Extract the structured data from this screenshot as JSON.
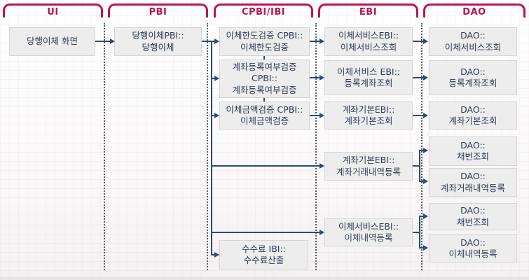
{
  "diagram": {
    "title_visible": false,
    "columns": [
      {
        "id": "ui",
        "label": "UI"
      },
      {
        "id": "pbi",
        "label": "PBI"
      },
      {
        "id": "cpbi_ibi",
        "label": "CPBI/IBI"
      },
      {
        "id": "ebi",
        "label": "EBI"
      },
      {
        "id": "dao",
        "label": "DAO"
      }
    ],
    "nodes": {
      "ui_screen": {
        "column": "ui",
        "lines": [
          "당행이체 화면"
        ]
      },
      "pbi_transfer": {
        "column": "pbi",
        "lines": [
          "당행이체PBI::",
          "당행이체"
        ]
      },
      "cpbi_limit": {
        "column": "cpbi_ibi",
        "lines": [
          "이체한도검증 CPBI::",
          "이체한도검증"
        ]
      },
      "cpbi_reg_check": {
        "column": "cpbi_ibi",
        "lines": [
          "계좌등록여부검증",
          "CPBI::",
          "계좌등록여부검증"
        ]
      },
      "cpbi_amount": {
        "column": "cpbi_ibi",
        "lines": [
          "이체금액검증 CPBI::",
          "이체금액검증"
        ]
      },
      "ibi_fee": {
        "column": "cpbi_ibi",
        "lines": [
          "수수료 IBI::",
          "수수료산출"
        ]
      },
      "ebi_svc_inq": {
        "column": "ebi",
        "lines": [
          "이체서비스EBI::",
          "이체서비스조회"
        ]
      },
      "ebi_reg_acct": {
        "column": "ebi",
        "lines": [
          "이체서비스 EBI::",
          "등록계좌조회"
        ]
      },
      "ebi_acct_base": {
        "column": "ebi",
        "lines": [
          "계좌기본EBI::",
          "계좌기본조회"
        ]
      },
      "ebi_txn_reg": {
        "column": "ebi",
        "lines": [
          "계좌기본EBI::",
          "계좌거래내역등록"
        ]
      },
      "ebi_hist_reg": {
        "column": "ebi",
        "lines": [
          "이체서비스EBI::",
          "이체내역등록"
        ]
      },
      "dao_svc_inq": {
        "column": "dao",
        "lines": [
          "DAO::",
          "이체서비스조회"
        ]
      },
      "dao_reg_acct": {
        "column": "dao",
        "lines": [
          "DAO::",
          "등록계좌조회"
        ]
      },
      "dao_acct_base": {
        "column": "dao",
        "lines": [
          "DAO::",
          "계좌기본조회"
        ]
      },
      "dao_seq_inq_1": {
        "column": "dao",
        "lines": [
          "DAO::",
          "채번조회"
        ]
      },
      "dao_txn_reg": {
        "column": "dao",
        "lines": [
          "DAO::",
          "계좌거래내역등록"
        ]
      },
      "dao_seq_inq_2": {
        "column": "dao",
        "lines": [
          "DAO::",
          "채번조회"
        ]
      },
      "dao_hist_reg": {
        "column": "dao",
        "lines": [
          "DAO::",
          "이체내역등록"
        ]
      }
    },
    "edges": [
      {
        "from": "ui_screen",
        "to": "pbi_transfer"
      },
      {
        "from": "pbi_transfer",
        "to": "cpbi_limit"
      },
      {
        "from": "pbi_transfer",
        "to": "cpbi_reg_check"
      },
      {
        "from": "pbi_transfer",
        "to": "cpbi_amount"
      },
      {
        "from": "pbi_transfer",
        "to": "ebi_txn_reg"
      },
      {
        "from": "pbi_transfer",
        "to": "ebi_hist_reg"
      },
      {
        "from": "pbi_transfer",
        "to": "ibi_fee"
      },
      {
        "from": "cpbi_limit",
        "to": "ebi_svc_inq"
      },
      {
        "from": "cpbi_reg_check",
        "to": "ebi_reg_acct"
      },
      {
        "from": "cpbi_amount",
        "to": "ebi_acct_base"
      },
      {
        "from": "ebi_svc_inq",
        "to": "dao_svc_inq"
      },
      {
        "from": "ebi_reg_acct",
        "to": "dao_reg_acct"
      },
      {
        "from": "ebi_acct_base",
        "to": "dao_acct_base"
      },
      {
        "from": "ebi_txn_reg",
        "to": "dao_seq_inq_1"
      },
      {
        "from": "ebi_txn_reg",
        "to": "dao_txn_reg"
      },
      {
        "from": "ebi_hist_reg",
        "to": "dao_seq_inq_2"
      },
      {
        "from": "ebi_hist_reg",
        "to": "dao_hist_reg"
      }
    ],
    "colors": {
      "accent": "#b81457",
      "connector": "#2e4a73",
      "node_fill": "#ededed",
      "node_border": "#d5d5d5",
      "node_text": "#2e3c55",
      "separator_dots": "#555a63"
    }
  }
}
